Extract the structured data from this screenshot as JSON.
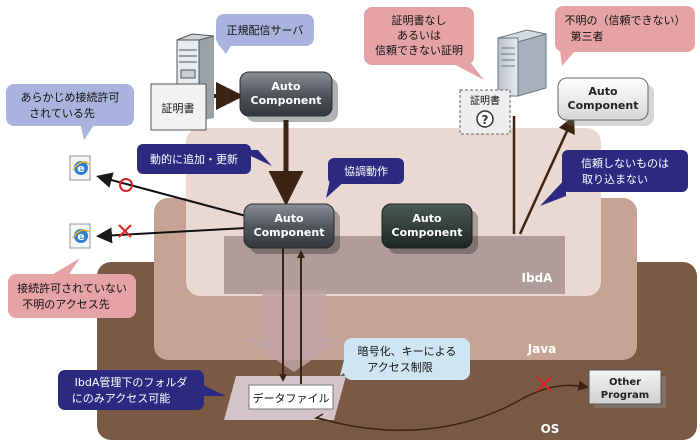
{
  "layers": {
    "os": "OS",
    "java": "Java",
    "ibda": "IbdA"
  },
  "components": {
    "top_line1": "Auto",
    "top_line2": "Component",
    "center_line1": "Auto",
    "center_line2": "Component",
    "dark_line1": "Auto",
    "dark_line2": "Component",
    "external_line1": "Auto",
    "external_line2": "Component"
  },
  "callouts": {
    "official_server": "正規配信サーバ",
    "uncertified_line1": "証明書なし",
    "uncertified_line2": "あるいは",
    "uncertified_line3": "信頼できない証明",
    "untrusted_third_line1": "不明の（信頼できない）",
    "untrusted_third_line2": "第三者",
    "permitted_line1": "あらかじめ接続許可",
    "permitted_line2": "されている先",
    "dynamic_add": "動的に追加・更新",
    "cooperation": "協調動作",
    "no_import_line1": "信頼しないものは",
    "no_import_line2": "取り込まない",
    "not_permitted_line1": "接続許可されていない",
    "not_permitted_line2": "不明のアクセス先",
    "encryption_line1": "暗号化、キーによる",
    "encryption_line2": "アクセス制限",
    "folder_access_line1": "IbdA管理下のフォルダ",
    "folder_access_line2": "にのみアクセス可能"
  },
  "labels": {
    "cert": "証明書",
    "cert_unknown": "証明書",
    "question_mark": "?",
    "data_file": "データファイル",
    "other_program_line1": "Other",
    "other_program_line2": "Program"
  },
  "colors": {
    "os_layer": "#7a5a44",
    "java_layer": "#c7a394",
    "ibda_layer": "#ead9d2",
    "navy_callout": "#2b2a80",
    "blue_callout": "#a9b3dd",
    "pink_callout": "#e5a3a6",
    "light_blue_callout": "#cfe6f2",
    "component_dark": "#3a3d40"
  }
}
